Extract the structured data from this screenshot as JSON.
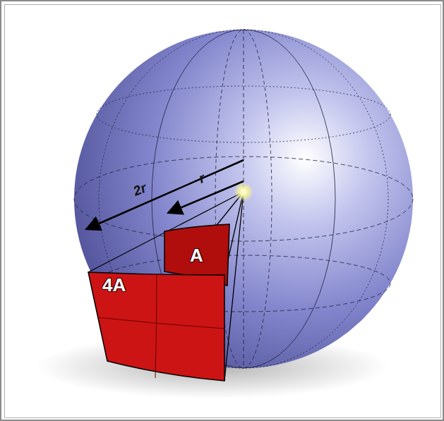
{
  "diagram": {
    "nodes": [
      {
        "text": [
          "A"
        ]
      },
      {
        "text": [
          "4A"
        ]
      }
    ],
    "labels": [
      "2r",
      "r"
    ]
  }
}
